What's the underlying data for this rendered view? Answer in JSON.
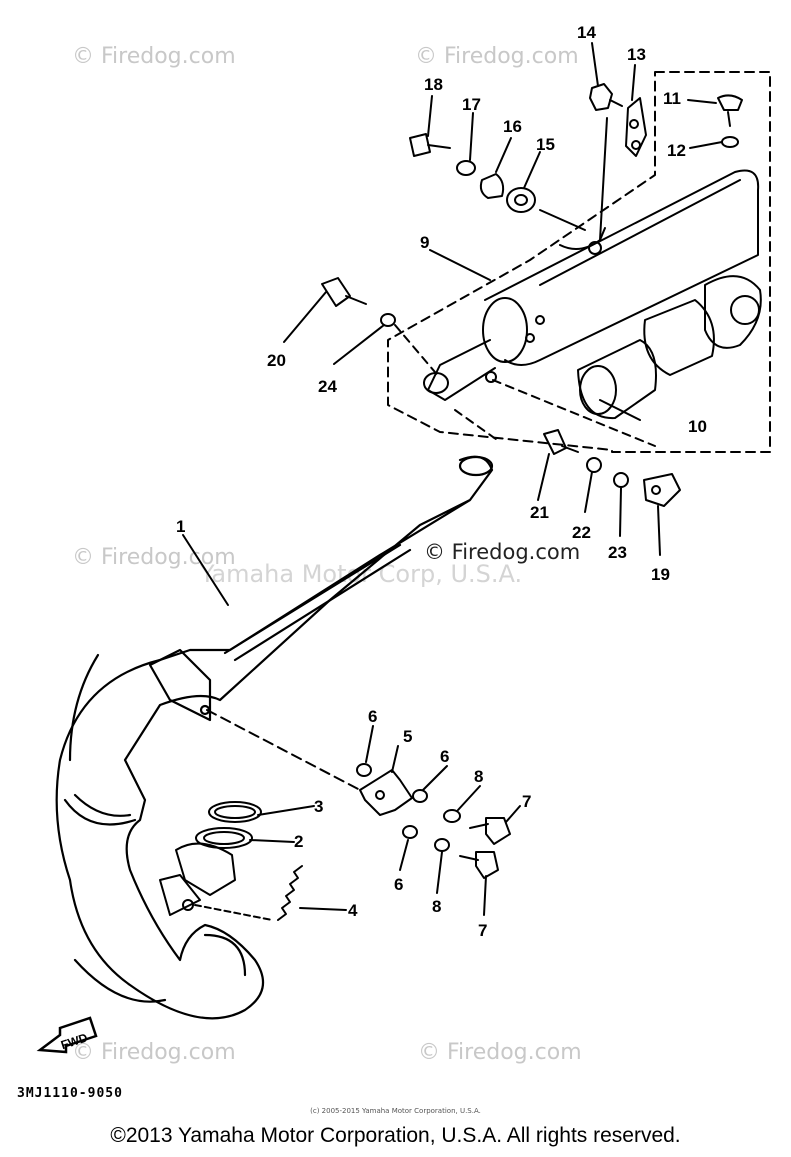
{
  "watermarks": {
    "site": "© Firedog.com",
    "center": "© Firedog.com",
    "maker": "Yamaha Motor Corp, U.S.A."
  },
  "diagram": {
    "fwd_label": "FWD",
    "part_code": "3MJ1110-9050",
    "fine_print": "(c) 2005-2015 Yamaha Motor Corporation, U.S.A.",
    "copyright": "©2013 Yamaha Motor Corporation, U.S.A. All rights reserved."
  },
  "callouts": {
    "n1": "1",
    "n2": "2",
    "n3": "3",
    "n4": "4",
    "n5": "5",
    "n6a": "6",
    "n6b": "6",
    "n6c": "6",
    "n7a": "7",
    "n7b": "7",
    "n8a": "8",
    "n8b": "8",
    "n9": "9",
    "n10": "10",
    "n11": "11",
    "n12": "12",
    "n13": "13",
    "n14": "14",
    "n15": "15",
    "n16": "16",
    "n17": "17",
    "n18": "18",
    "n19": "19",
    "n20": "20",
    "n21": "21",
    "n22": "22",
    "n23": "23",
    "n24": "24"
  }
}
